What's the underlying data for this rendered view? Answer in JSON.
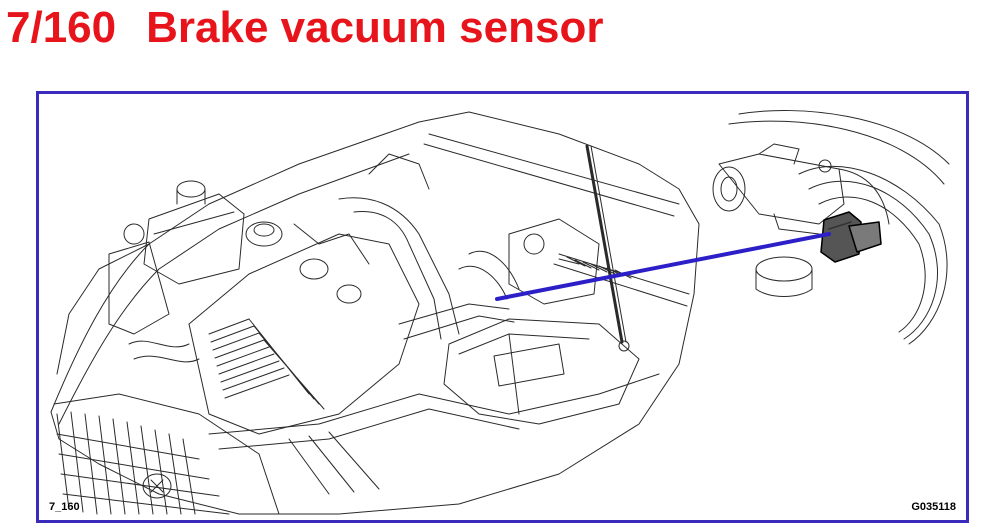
{
  "header": {
    "figure_number": "7/160",
    "title": "Brake vacuum sensor"
  },
  "diagram": {
    "subject": "engine-bay-illustration",
    "callout": "brake-vacuum-sensor",
    "colors": {
      "title": "#e8141b",
      "frame": "#3a2bbd",
      "leader_line": "#2d1fc8",
      "sensor": "#555555",
      "linework": "#2a2a2a"
    },
    "footer": {
      "left_code": "7_160",
      "right_code": "G035118"
    }
  }
}
